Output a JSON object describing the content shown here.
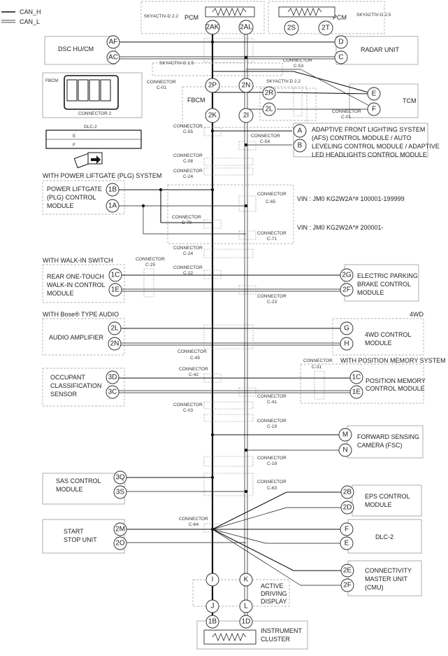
{
  "legend": {
    "h": "CAN_H",
    "l": "CAN_L"
  },
  "pcm1": {
    "label": "PCM",
    "engine": "SKYACTIV-D 2.2",
    "pin_a": "2AK",
    "pin_b": "2AL"
  },
  "pcm2": {
    "label": "PCM",
    "engine": "SKYACTIV-G 2.5",
    "pin_a": "2S",
    "pin_b": "2T"
  },
  "dsc": {
    "label": "DSC HU/CM",
    "pin_a": "AF",
    "pin_b": "AC"
  },
  "radar": {
    "label": "RADAR UNIT",
    "pin_a": "D",
    "pin_b": "C"
  },
  "fbcm_inset": {
    "title": "FBCM",
    "sub": "CONNECTOR 2"
  },
  "dlc_inset": {
    "title": "DLC-2",
    "pin_e": "E",
    "pin_f": "F"
  },
  "fbcm": {
    "label": "FBCM",
    "pin_a": "2P",
    "pin_b": "2N",
    "pin_c": "2K",
    "pin_d": "2I",
    "pin_e": "2R",
    "pin_f": "2L"
  },
  "tcm": {
    "label": "TCM",
    "pin_a": "E",
    "pin_b": "F"
  },
  "afs": {
    "line1": "ADAPTIVE FRONT LIGHTING SYSTEM",
    "line2": "(AFS) CONTROL MODULE / AUTO",
    "line3": "LEVELING CONTROL MODULE / ADAPTIVE",
    "line4": "LED HEADLIGHTS CONTROL MODULE",
    "pin_a": "A",
    "pin_b": "B"
  },
  "plg": {
    "header": "WITH POWER LIFTGATE (PLG) SYSTEM",
    "line1": "POWER LIFTGATE",
    "line2": "(PLG) CONTROL",
    "line3": "MODULE",
    "pin_a": "1B",
    "pin_b": "1A"
  },
  "vin1": "VIN : JM0 KG2W2A*# 100001-199999",
  "vin2": "VIN : JM0 KG2W2A*# 200001-",
  "walkin": {
    "header": "WITH WALK-IN SWITCH",
    "line1": "REAR ONE-TOUCH",
    "line2": "WALK-IN CONTROL",
    "line3": "MODULE",
    "pin_a": "1C",
    "pin_b": "1E"
  },
  "epb": {
    "line1": "ELECTRIC PARKING",
    "line2": "BRAKE CONTROL",
    "line3": "MODULE",
    "pin_a": "2G",
    "pin_b": "2F"
  },
  "audio": {
    "header": "WITH Bose® TYPE AUDIO",
    "label": "AUDIO AMPLIFIER",
    "pin_a": "2L",
    "pin_b": "2N"
  },
  "awd": {
    "header": "4WD",
    "line1": "4WD CONTROL",
    "line2": "MODULE",
    "pin_a": "G",
    "pin_b": "H"
  },
  "ocs": {
    "line1": "OCCUPANT",
    "line2": "CLASSIFICATION",
    "line3": "SENSOR",
    "pin_a": "3D",
    "pin_b": "3C"
  },
  "posmem": {
    "header": "WITH POSITION MEMORY SYSTEM",
    "line1": "POSITION MEMORY",
    "line2": "CONTROL MODULE",
    "pin_a": "1C",
    "pin_b": "1E"
  },
  "fsc": {
    "line1": "FORWARD SENSING",
    "line2": "CAMERA (FSC)",
    "pin_a": "M",
    "pin_b": "N"
  },
  "sas": {
    "line1": "SAS CONTROL",
    "line2": "MODULE",
    "pin_a": "3Q",
    "pin_b": "3S"
  },
  "eps": {
    "line1": "EPS CONTROL",
    "line2": "MODULE",
    "pin_a": "2B",
    "pin_b": "2D"
  },
  "start": {
    "line1": "START",
    "line2": "STOP UNIT",
    "pin_a": "2M",
    "pin_b": "2O"
  },
  "dlc2": {
    "label": "DLC-2",
    "pin_a": "F",
    "pin_b": "E"
  },
  "cmu": {
    "line1": "CONNECTIVITY",
    "line2": "MASTER UNIT",
    "line3": "(CMU)",
    "pin_a": "2E",
    "pin_b": "2F"
  },
  "ad": {
    "line1": "ACTIVE",
    "line2": "DRIVING",
    "line3": "DISPLAY",
    "pin_a": "I",
    "pin_b": "K",
    "pin_c": "J",
    "pin_d": "L"
  },
  "ic": {
    "line1": "INSTRUMENT",
    "line2": "CLUSTER",
    "pin_a": "1B",
    "pin_b": "1D"
  },
  "conn_word": "CONNECTOR",
  "connectors": {
    "c53": "C-53",
    "c01a": "C-01",
    "c01b": "C-01",
    "c55": "C-55",
    "c54": "C-54",
    "c08": "C-08",
    "c24a": "C-24",
    "c65": "C-65",
    "c70": "C-70",
    "c71": "C-71",
    "c24b": "C-24",
    "c25": "C-25",
    "c22": "C-22",
    "c23": "C-23",
    "c45": "C-45",
    "c42": "C-42",
    "c31": "C-31",
    "c41": "C-41",
    "c03": "C-03",
    "c19a": "C-19",
    "c19b": "C-19",
    "c63": "C-63",
    "c64": "C-64"
  },
  "eng_g25": "SKYACTIV-G 2.5",
  "eng_d22": "SKYACTIV-D 2.2"
}
